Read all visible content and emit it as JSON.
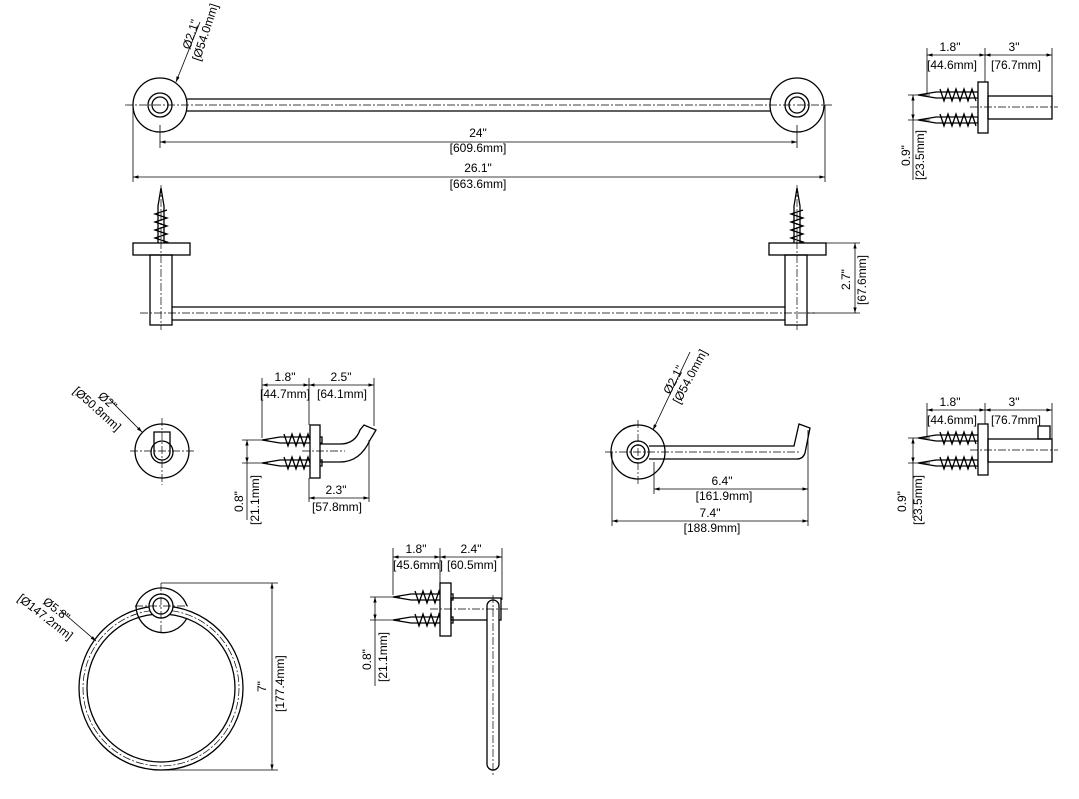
{
  "towel_bar": {
    "diameter": {
      "in": "Ø2.1\"",
      "mm": "[Ø54.0mm]"
    },
    "bar_length": {
      "in": "24\"",
      "mm": "[609.6mm]"
    },
    "overall_length": {
      "in": "26.1\"",
      "mm": "[663.6mm]"
    },
    "projection": {
      "in": "2.7\"",
      "mm": "[67.6mm]"
    }
  },
  "bar_mount_side": {
    "screw": {
      "in": "1.8\"",
      "mm": "[44.6mm]"
    },
    "post": {
      "in": "3\"",
      "mm": "[76.7mm]"
    },
    "spacing": {
      "in": "0.9\"",
      "mm": "[23.5mm]"
    }
  },
  "robe_hook_front": {
    "diameter": {
      "in": "Ø2\"",
      "mm": "[Ø50.8mm]"
    }
  },
  "robe_hook_side": {
    "screw": {
      "in": "1.8\"",
      "mm": "[44.7mm]"
    },
    "hook": {
      "in": "2.5\"",
      "mm": "[64.1mm]"
    },
    "spacing": {
      "in": "0.8\"",
      "mm": "[21.1mm]"
    },
    "reach": {
      "in": "2.3\"",
      "mm": "[57.8mm]"
    }
  },
  "towel_hook": {
    "diameter": {
      "in": "Ø2.1\"",
      "mm": "[Ø54.0mm]"
    },
    "arm": {
      "in": "6.4\"",
      "mm": "[161.9mm]"
    },
    "overall": {
      "in": "7.4\"",
      "mm": "[188.9mm]"
    }
  },
  "towel_hook_side": {
    "screw": {
      "in": "1.8\"",
      "mm": "[44.6mm]"
    },
    "post": {
      "in": "3\"",
      "mm": "[76.7mm]"
    },
    "spacing": {
      "in": "0.9\"",
      "mm": "[23.5mm]"
    }
  },
  "towel_ring": {
    "diameter": {
      "in": "Ø5.8\"",
      "mm": "[Ø147.2mm]"
    },
    "height": {
      "in": "7\"",
      "mm": "[177.4mm]"
    }
  },
  "towel_ring_side": {
    "screw": {
      "in": "1.8\"",
      "mm": "[45.6mm]"
    },
    "post": {
      "in": "2.4\"",
      "mm": "[60.5mm]"
    },
    "spacing": {
      "in": "0.8\"",
      "mm": "[21.1mm]"
    }
  }
}
